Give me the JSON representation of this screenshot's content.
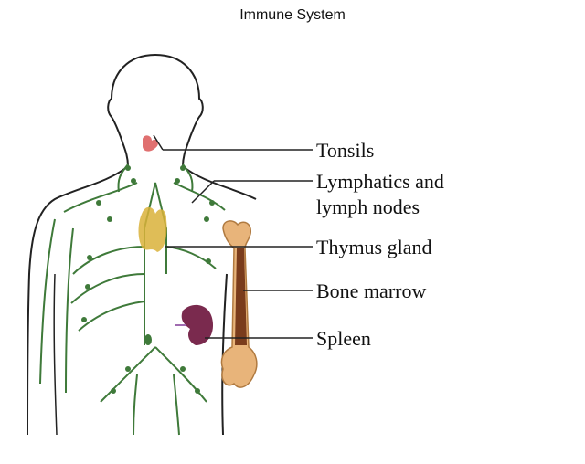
{
  "title": "Immune System",
  "labels": {
    "tonsils": "Tonsils",
    "lymphatics_line1": "Lymphatics and",
    "lymphatics_line2": "lymph nodes",
    "thymus": "Thymus gland",
    "bone_marrow": "Bone marrow",
    "spleen": "Spleen"
  },
  "colors": {
    "lymph": "#3f7a3a",
    "thymus": "#d9b13a",
    "tonsils": "#e07070",
    "spleen": "#7a2a4e",
    "bone": "#e8b47a",
    "marrow": "#7a3c1c",
    "outline": "#222222"
  }
}
